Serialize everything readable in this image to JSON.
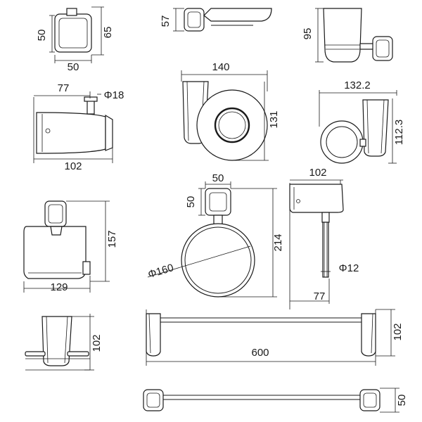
{
  "labels": {
    "soap_dish_square": {
      "width": "50",
      "height_inner": "50",
      "height_outer": "65"
    },
    "soap_dish_tray": {
      "height": "57"
    },
    "tumbler": {
      "height": "95"
    },
    "robe_hook": {
      "depth": "77",
      "pin_dia": "Φ18",
      "length": "102"
    },
    "glass_holder_round": {
      "width": "140",
      "height": "131"
    },
    "tumbler_holder": {
      "width": "132.2",
      "height": "112.3"
    },
    "paper_holder": {
      "height": "157",
      "width": "129"
    },
    "towel_ring": {
      "base_w": "50",
      "base_h": "50",
      "diameter": "Φ160",
      "height": "214"
    },
    "towel_hook_bar": {
      "width": "102",
      "bar_dia": "Φ12",
      "depth": "77"
    },
    "double_tumbler": {
      "height": "102"
    },
    "towel_bar": {
      "length": "600",
      "height": "102"
    },
    "towel_rail": {
      "height": "50"
    }
  }
}
